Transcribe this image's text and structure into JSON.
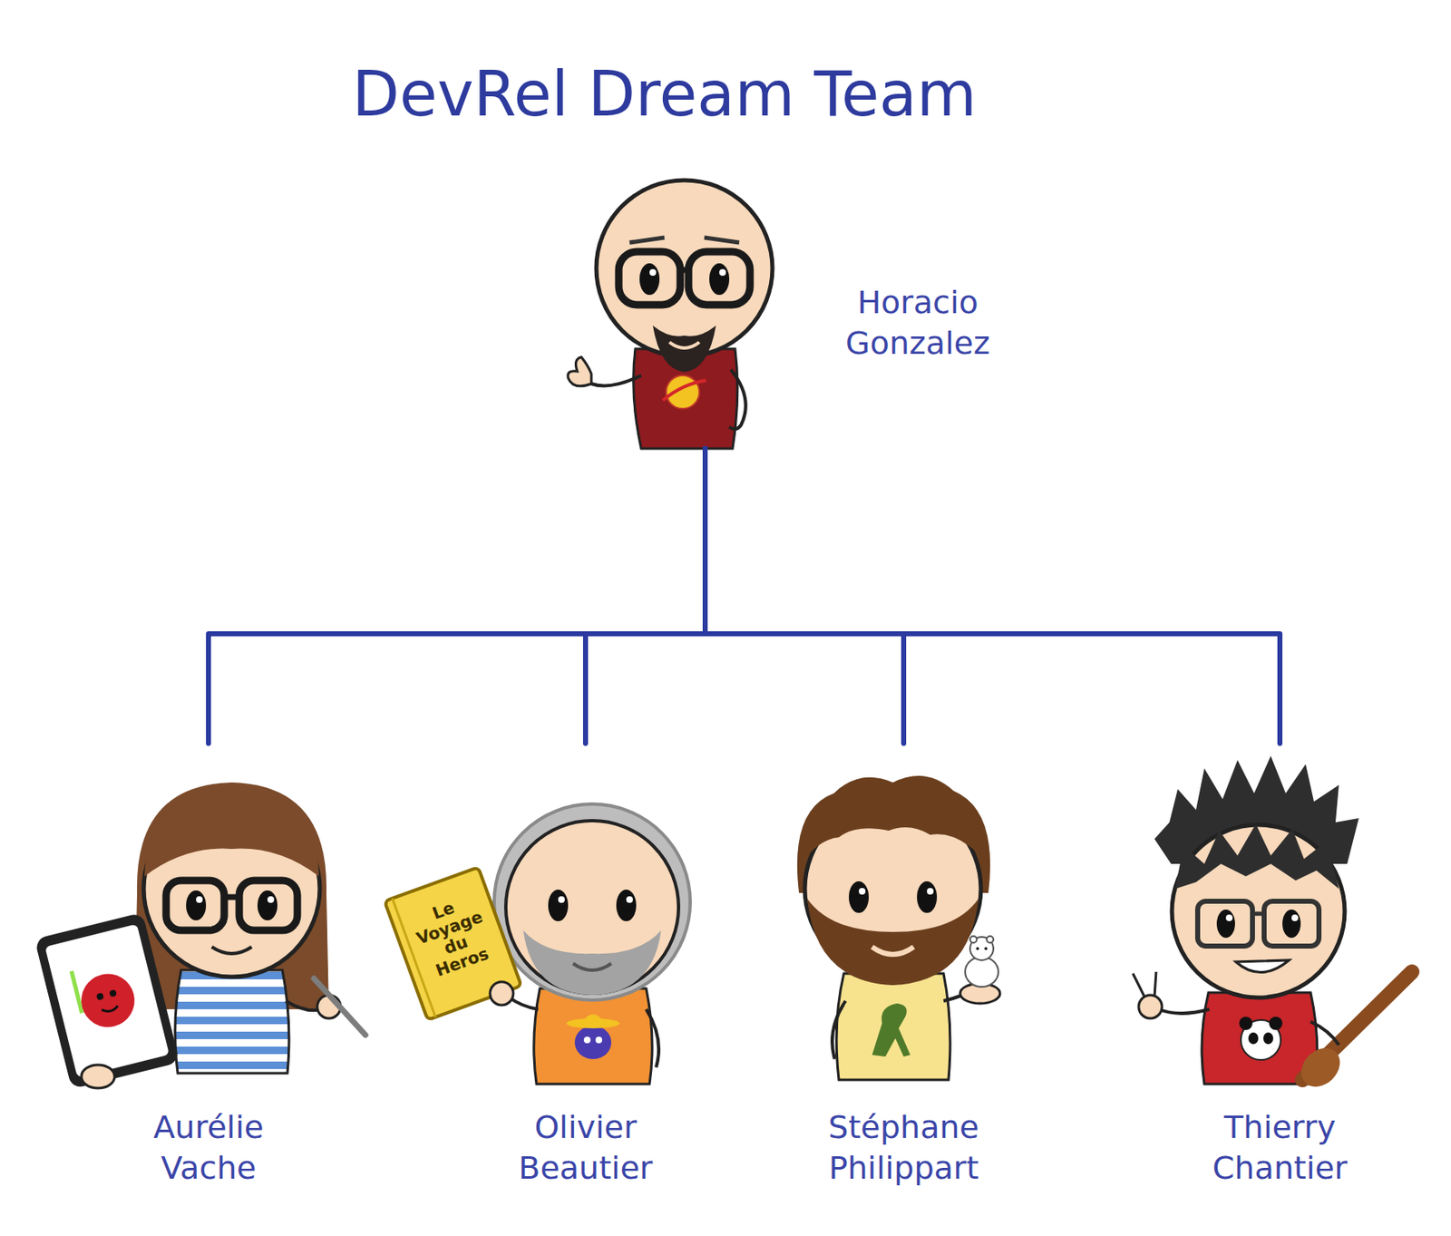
{
  "diagram": {
    "title": "DevRel Dream Team",
    "nodes": [
      {
        "text": [
          "Horacio Gonzalez"
        ]
      },
      {
        "text": [
          "Aurélie Vache"
        ]
      },
      {
        "text": [
          "Olivier Beautier"
        ]
      },
      {
        "text": [
          "Stéphane Philippart"
        ]
      },
      {
        "text": [
          "Thierry Chantier"
        ]
      }
    ],
    "edges": [
      {
        "from": 0,
        "to": 1,
        "arrow": "none"
      },
      {
        "from": 0,
        "to": 2,
        "arrow": "none"
      },
      {
        "from": 0,
        "to": 3,
        "arrow": "none"
      },
      {
        "from": 0,
        "to": 4,
        "arrow": "none"
      }
    ],
    "labels": [
      "Le Voyage du Heros"
    ]
  }
}
